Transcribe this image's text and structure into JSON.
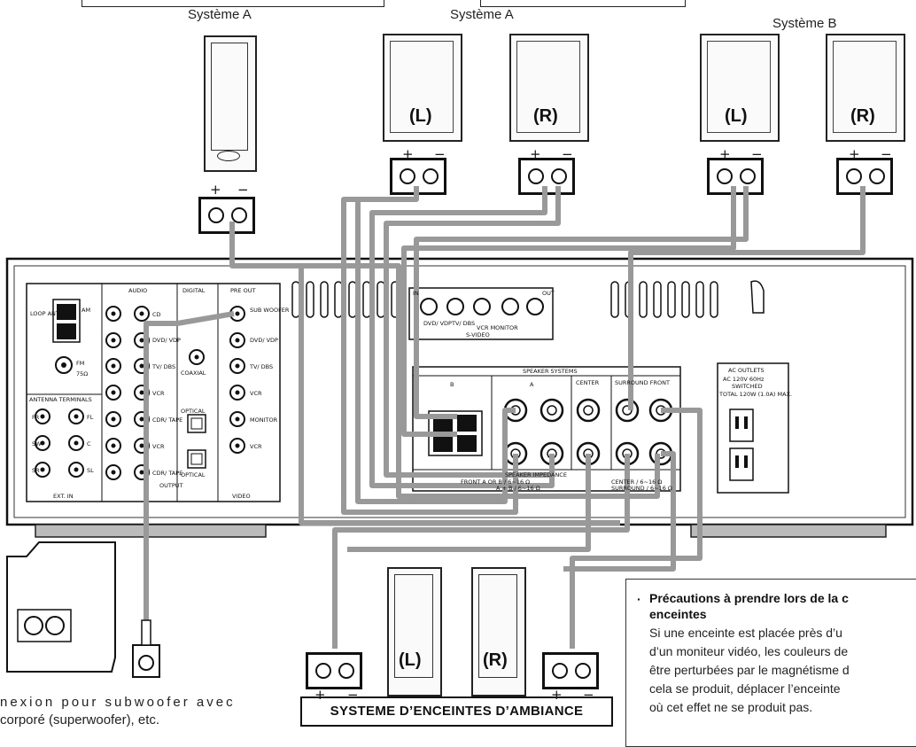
{
  "labels": {
    "system_a_left": "Système A",
    "system_a_center": "Système A",
    "system_b": "Système B",
    "spk_a_l": "(L)",
    "spk_a_r": "(R)",
    "spk_b_l": "(L)",
    "spk_b_r": "(R)",
    "surr_l": "(L)",
    "surr_r": "(R)"
  },
  "terminal_signs": {
    "plus": "+",
    "minus": "−"
  },
  "caution": {
    "bullet": "·",
    "title_line1": "Précautions à prendre lors de la c",
    "title_line2": "enceintes",
    "body_lines": [
      "Si une enceinte est placée près d’u",
      "d’un moniteur vidéo, les couleurs de",
      "être perturbées par le magnétisme d",
      "cela se produit, déplacer l’enceinte",
      "où cet effet ne se produit pas."
    ]
  },
  "ambiance_title": "SYSTEME D’ENCEINTES D’AMBIANCE",
  "subwoofer_caption": {
    "line1": "nexion pour subwoofer avec",
    "line2": "corporé (superwoofer), etc."
  },
  "panel": {
    "audio": "AUDIO",
    "digital": "DIGITAL",
    "pre_out": "PRE OUT",
    "loop_ant": "LOOP ANT",
    "am": "AM",
    "fm": "FM",
    "fm_ohm": "75Ω",
    "antenna_terminals": "ANTENNA TERMINALS",
    "ext_in": "EXT. IN",
    "cd": "CD",
    "dvd_vdp": "DVD/ VDP",
    "tv_dbs": "TV/ DBS",
    "vcr": "VCR",
    "cdr_tape": "CDR/ TAPE",
    "coaxial": "COAXIAL",
    "optical": "OPTICAL",
    "output": "OUTPUT",
    "video": "VIDEO",
    "sub_woofer": "SUB WOOFER",
    "monitor": "MONITOR",
    "ext_in_ch": [
      "FR",
      "FL",
      "SW",
      "C",
      "SR",
      "SL"
    ],
    "in": "IN",
    "out": "OUT",
    "s_video": "S-VIDEO",
    "vcr_monitor": "VCR  MONITOR",
    "speaker_systems": "SPEAKER SYSTEMS",
    "spk_b": "B",
    "spk_a": "A",
    "center": "CENTER",
    "surround_front": "SURROUND FRONT",
    "spk_impedance": "SPEAKER IMPEDANCE",
    "impedance_front": "FRONT  A OR B  / 6~16 Ω",
    "impedance_front_ab": "A + B  / 6~16 Ω",
    "impedance_center": "CENTER  / 6~16 Ω",
    "impedance_surround": "SURROUND  / 6~16 Ω",
    "ac_outlets": "AC OUTLETS",
    "ac_spec1": "AC 120V 60Hz",
    "ac_spec2": "SWITCHED",
    "ac_spec3": "TOTAL 120W (1.0A) MAX."
  }
}
